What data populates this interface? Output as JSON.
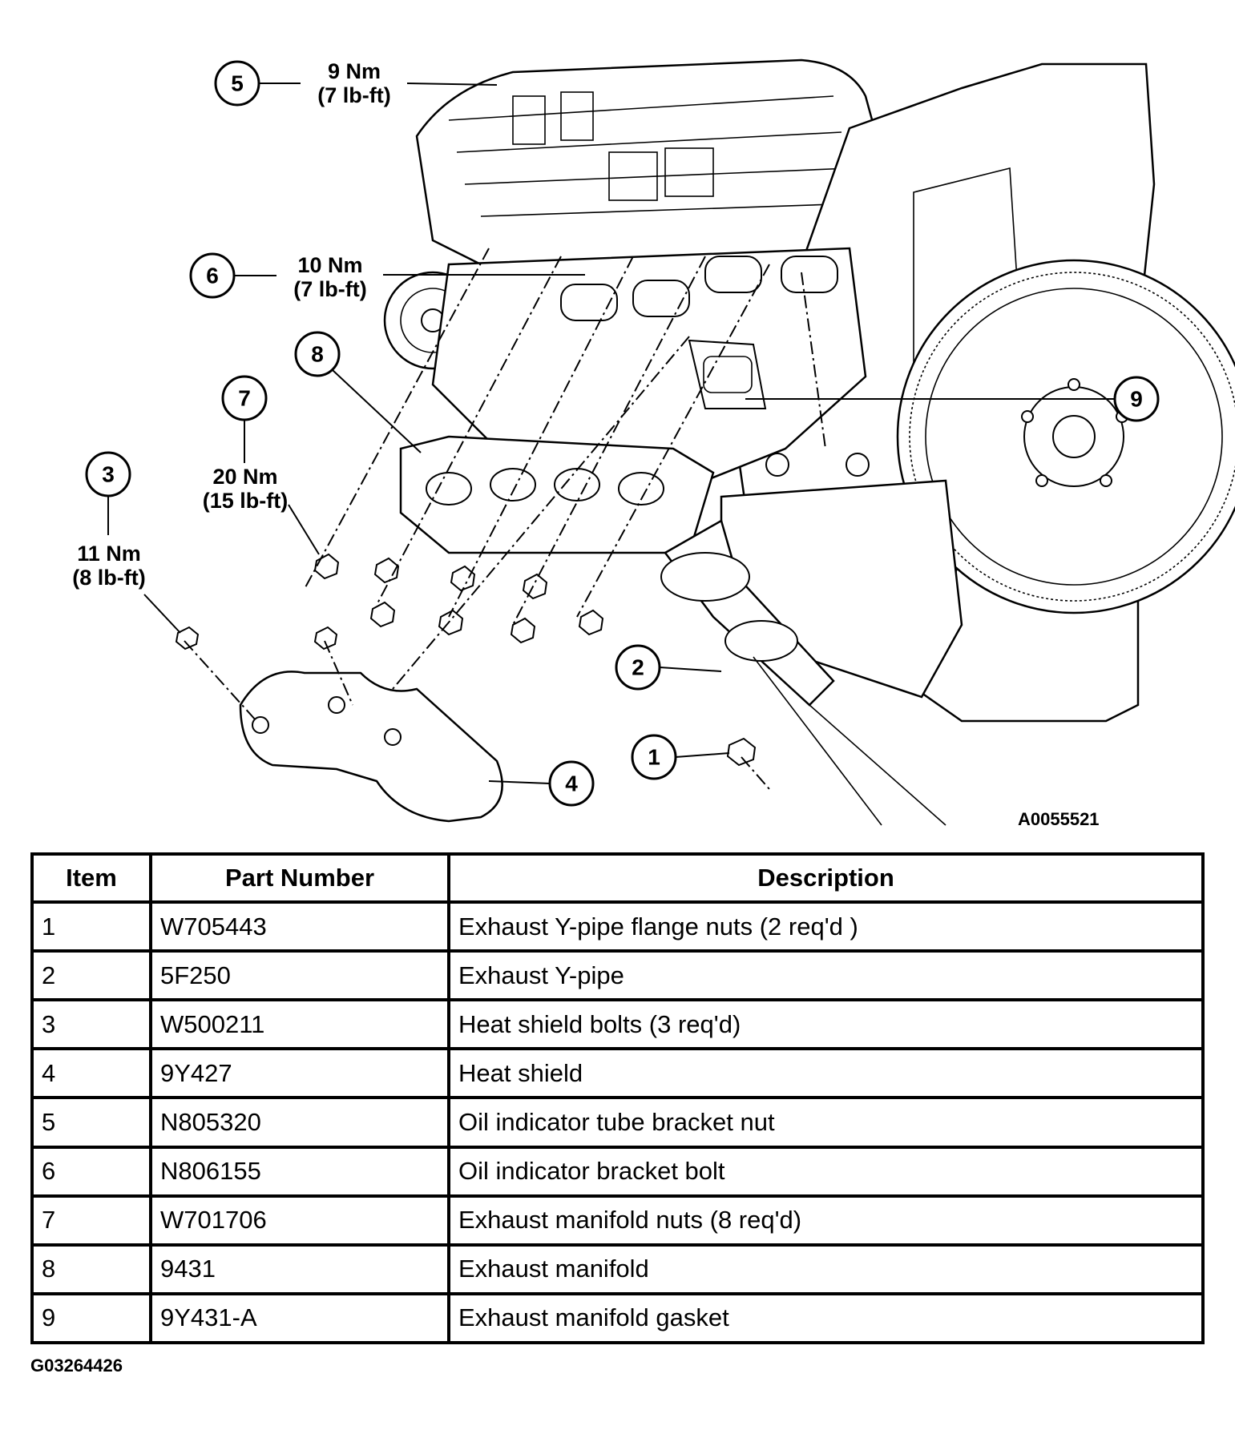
{
  "figure": {
    "callouts": {
      "c1": "1",
      "c2": "2",
      "c3": "3",
      "c4": "4",
      "c5": "5",
      "c6": "6",
      "c7": "7",
      "c8": "8",
      "c9": "9"
    },
    "torques": {
      "t5": {
        "nm": "9 Nm",
        "lbft": "(7 lb-ft)"
      },
      "t6": {
        "nm": "10 Nm",
        "lbft": "(7 lb-ft)"
      },
      "t7": {
        "nm": "20 Nm",
        "lbft": "(15 lb-ft)"
      },
      "t3": {
        "nm": "11 Nm",
        "lbft": "(8 lb-ft)"
      }
    },
    "illustration_ref": "A0055521"
  },
  "table": {
    "headers": {
      "item": "Item",
      "part_number": "Part Number",
      "description": "Description"
    },
    "rows": [
      {
        "item": "1",
        "part_number": "W705443",
        "description": "Exhaust Y-pipe flange nuts (2 req'd )"
      },
      {
        "item": "2",
        "part_number": "5F250",
        "description": "Exhaust Y-pipe"
      },
      {
        "item": "3",
        "part_number": "W500211",
        "description": "Heat shield bolts (3 req'd)"
      },
      {
        "item": "4",
        "part_number": "9Y427",
        "description": "Heat shield"
      },
      {
        "item": "5",
        "part_number": "N805320",
        "description": "Oil indicator tube bracket nut"
      },
      {
        "item": "6",
        "part_number": "N806155",
        "description": "Oil indicator bracket bolt"
      },
      {
        "item": "7",
        "part_number": "W701706",
        "description": "Exhaust manifold nuts (8 req'd)"
      },
      {
        "item": "8",
        "part_number": "9431",
        "description": "Exhaust manifold"
      },
      {
        "item": "9",
        "part_number": "9Y431-A",
        "description": "Exhaust manifold gasket"
      }
    ]
  },
  "footer_ref": "G03264426"
}
